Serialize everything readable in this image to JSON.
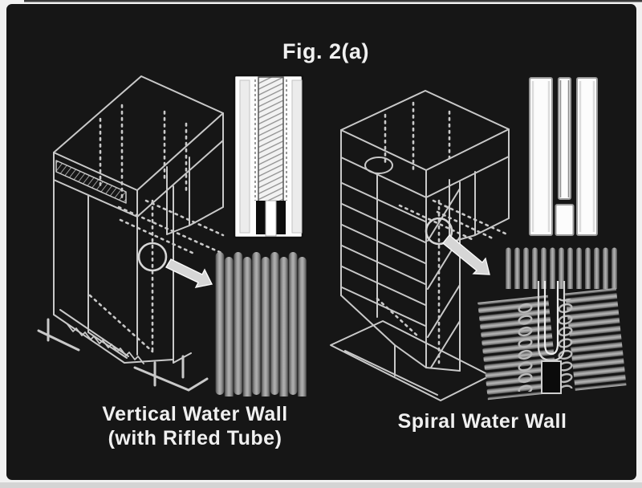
{
  "figure": {
    "title": "Fig. 2(a)",
    "left_panel": {
      "caption_line1": "Vertical Water Wall",
      "caption_line2": "(with Rifled Tube)"
    },
    "right_panel": {
      "caption": "Spiral Water Wall"
    },
    "colors": {
      "frame": "#f1f1f1",
      "canvas": "#161616",
      "line": "#c9c9c9",
      "tube_gray": "#909090",
      "text": "#f0f0f0"
    }
  }
}
